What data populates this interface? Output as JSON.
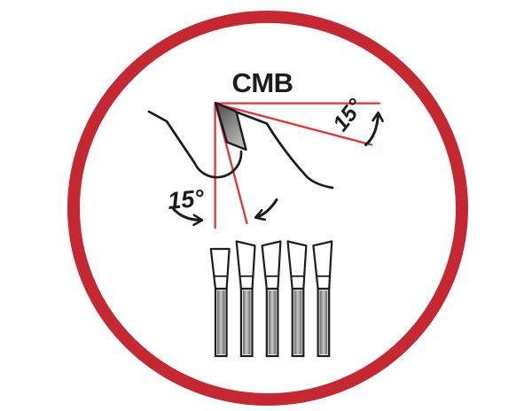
{
  "diagram": {
    "title": "CMB",
    "labels": {
      "top_bevel_angle": "15°",
      "face_bevel_angle": "15°"
    },
    "angles_deg": {
      "top_bevel": 15,
      "face_bevel": 15
    },
    "teeth_front_view": {
      "count": 5,
      "pattern": [
        "flat-raker",
        "bevel-left-high",
        "bevel-right-high",
        "bevel-left-high",
        "bevel-right-high"
      ]
    },
    "colors": {
      "ring_red": "#c52830",
      "line_red": "#e8322d",
      "ink": "#1c1c1c",
      "carbide_dark": "#474747",
      "carbide_light": "#b8b8b8",
      "shank_gray": "#8f8f8f",
      "background": "#ffffff"
    }
  }
}
